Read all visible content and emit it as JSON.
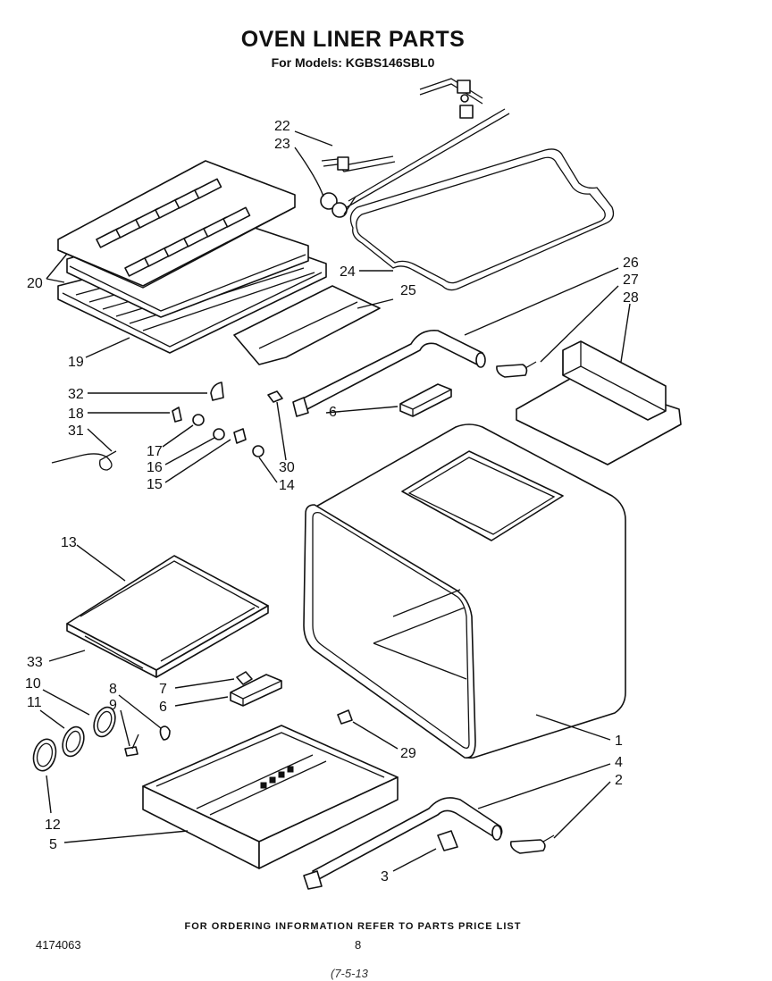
{
  "header": {
    "title": "OVEN LINER PARTS",
    "subtitle": "For Models: KGBS146SBL0"
  },
  "footer": {
    "note": "FOR ORDERING INFORMATION REFER TO PARTS PRICE LIST",
    "doc_number": "4174063",
    "page_number": "8",
    "handwritten": "(7-5-13"
  },
  "callouts": [
    "1",
    "2",
    "3",
    "4",
    "5",
    "6",
    "6",
    "7",
    "8",
    "9",
    "10",
    "11",
    "12",
    "13",
    "14",
    "15",
    "16",
    "17",
    "18",
    "19",
    "20",
    "22",
    "23",
    "24",
    "25",
    "26",
    "27",
    "28",
    "29",
    "30",
    "31",
    "32",
    "33"
  ]
}
